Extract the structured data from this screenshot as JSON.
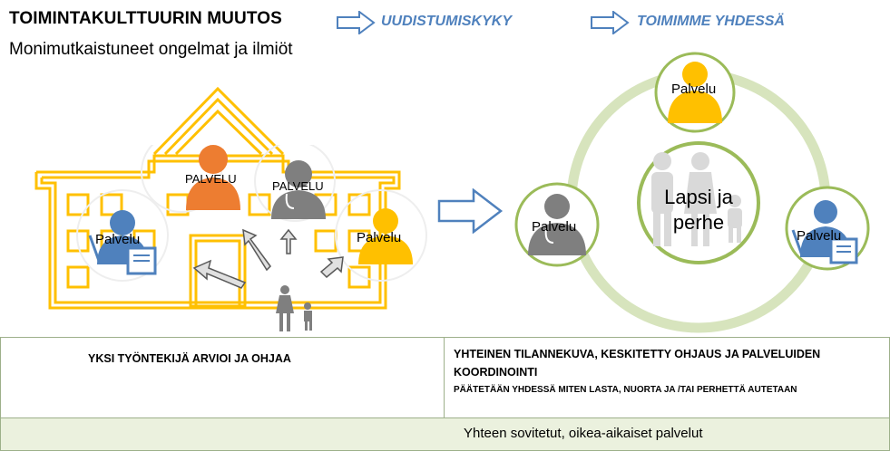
{
  "header": {
    "title": "TOIMINTAKULTTUURIN MUUTOS",
    "step2": "UUDISTUMISKYKY",
    "step3": "TOIMIMME YHDESSÄ",
    "subtitle": "Monimutkaistuneet ongelmat ja ilmiöt"
  },
  "left_scene": {
    "labels": [
      "PALVELU",
      "PALVELU",
      "Palvelu",
      "Palvelu"
    ]
  },
  "right_scene": {
    "center_line1": "Lapsi ja",
    "center_line2": "perhe",
    "labels": [
      "Palvelu",
      "Palvelu",
      "Palvelu"
    ]
  },
  "table": {
    "left": "YKSI TYÖNTEKIJÄ ARVIOI JA OHJAA",
    "right_main": "YHTEINEN TILANNEKUVA, KESKITETTY OHJAUS JA PALVELUIDEN KOORDINOINTI",
    "right_sub": "PÄÄTETÄÄN YHDESSÄ MITEN LASTA, NUORTA JA /TAI PERHETTÄ AUTETAAN",
    "bottom": "Yhteen sovitetut, oikea-aikaiset palvelut"
  },
  "colors": {
    "building": "#ffc000",
    "blue_person": "#4f81bd",
    "orange_person": "#ed7d31",
    "gray_person": "#7f7f7f",
    "ring": "#d7e4bd",
    "light_gray_family": "#d9d9d9",
    "table_bottom_fill": "#ebf1de"
  }
}
